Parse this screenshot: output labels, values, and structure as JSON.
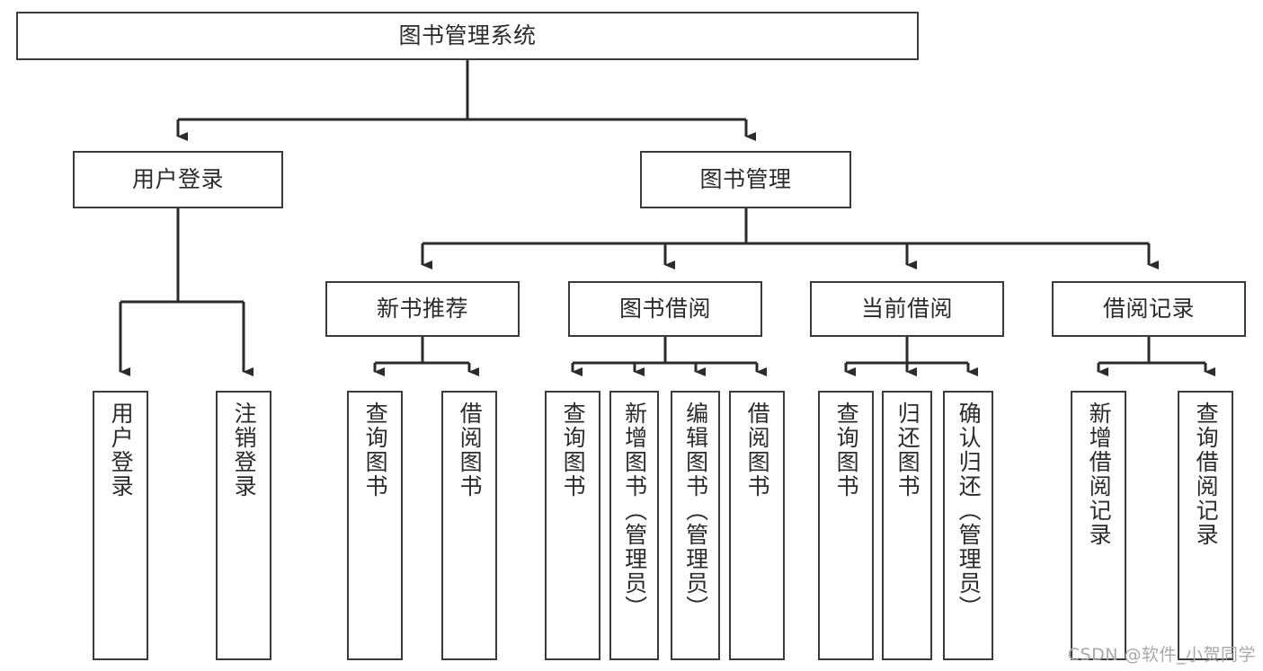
{
  "diagram": {
    "title": "图书管理系统",
    "type": "tree-hierarchy-chart",
    "watermark": "CSDN @软件_小贺同学",
    "colors": {
      "box_border": "#3b3b3b",
      "box_fill": "#ffffff",
      "connector": "#2b2b2b",
      "text": "#2b2b2b",
      "watermark": "#a8a8a8",
      "background": "#ffffff"
    },
    "root": {
      "label": "图书管理系统"
    },
    "level2": [
      {
        "label": "用户登录"
      },
      {
        "label": "图书管理"
      }
    ],
    "level3": [
      {
        "label": "新书推荐"
      },
      {
        "label": "图书借阅"
      },
      {
        "label": "当前借阅"
      },
      {
        "label": "借阅记录"
      }
    ],
    "leaves": {
      "user_login": [
        {
          "label": "用户登录"
        },
        {
          "label": "注销登录"
        }
      ],
      "new_book_recommend": [
        {
          "label": "查询图书"
        },
        {
          "label": "借阅图书"
        }
      ],
      "book_borrow": [
        {
          "label": "查询图书"
        },
        {
          "label": "新增图书（管理员）"
        },
        {
          "label": "编辑图书（管理员）"
        },
        {
          "label": "借阅图书"
        }
      ],
      "current_borrow": [
        {
          "label": "查询图书"
        },
        {
          "label": "归还图书"
        },
        {
          "label": "确认归还（管理员）"
        }
      ],
      "borrow_record": [
        {
          "label": "新增借阅记录"
        },
        {
          "label": "查询借阅记录"
        }
      ]
    }
  }
}
